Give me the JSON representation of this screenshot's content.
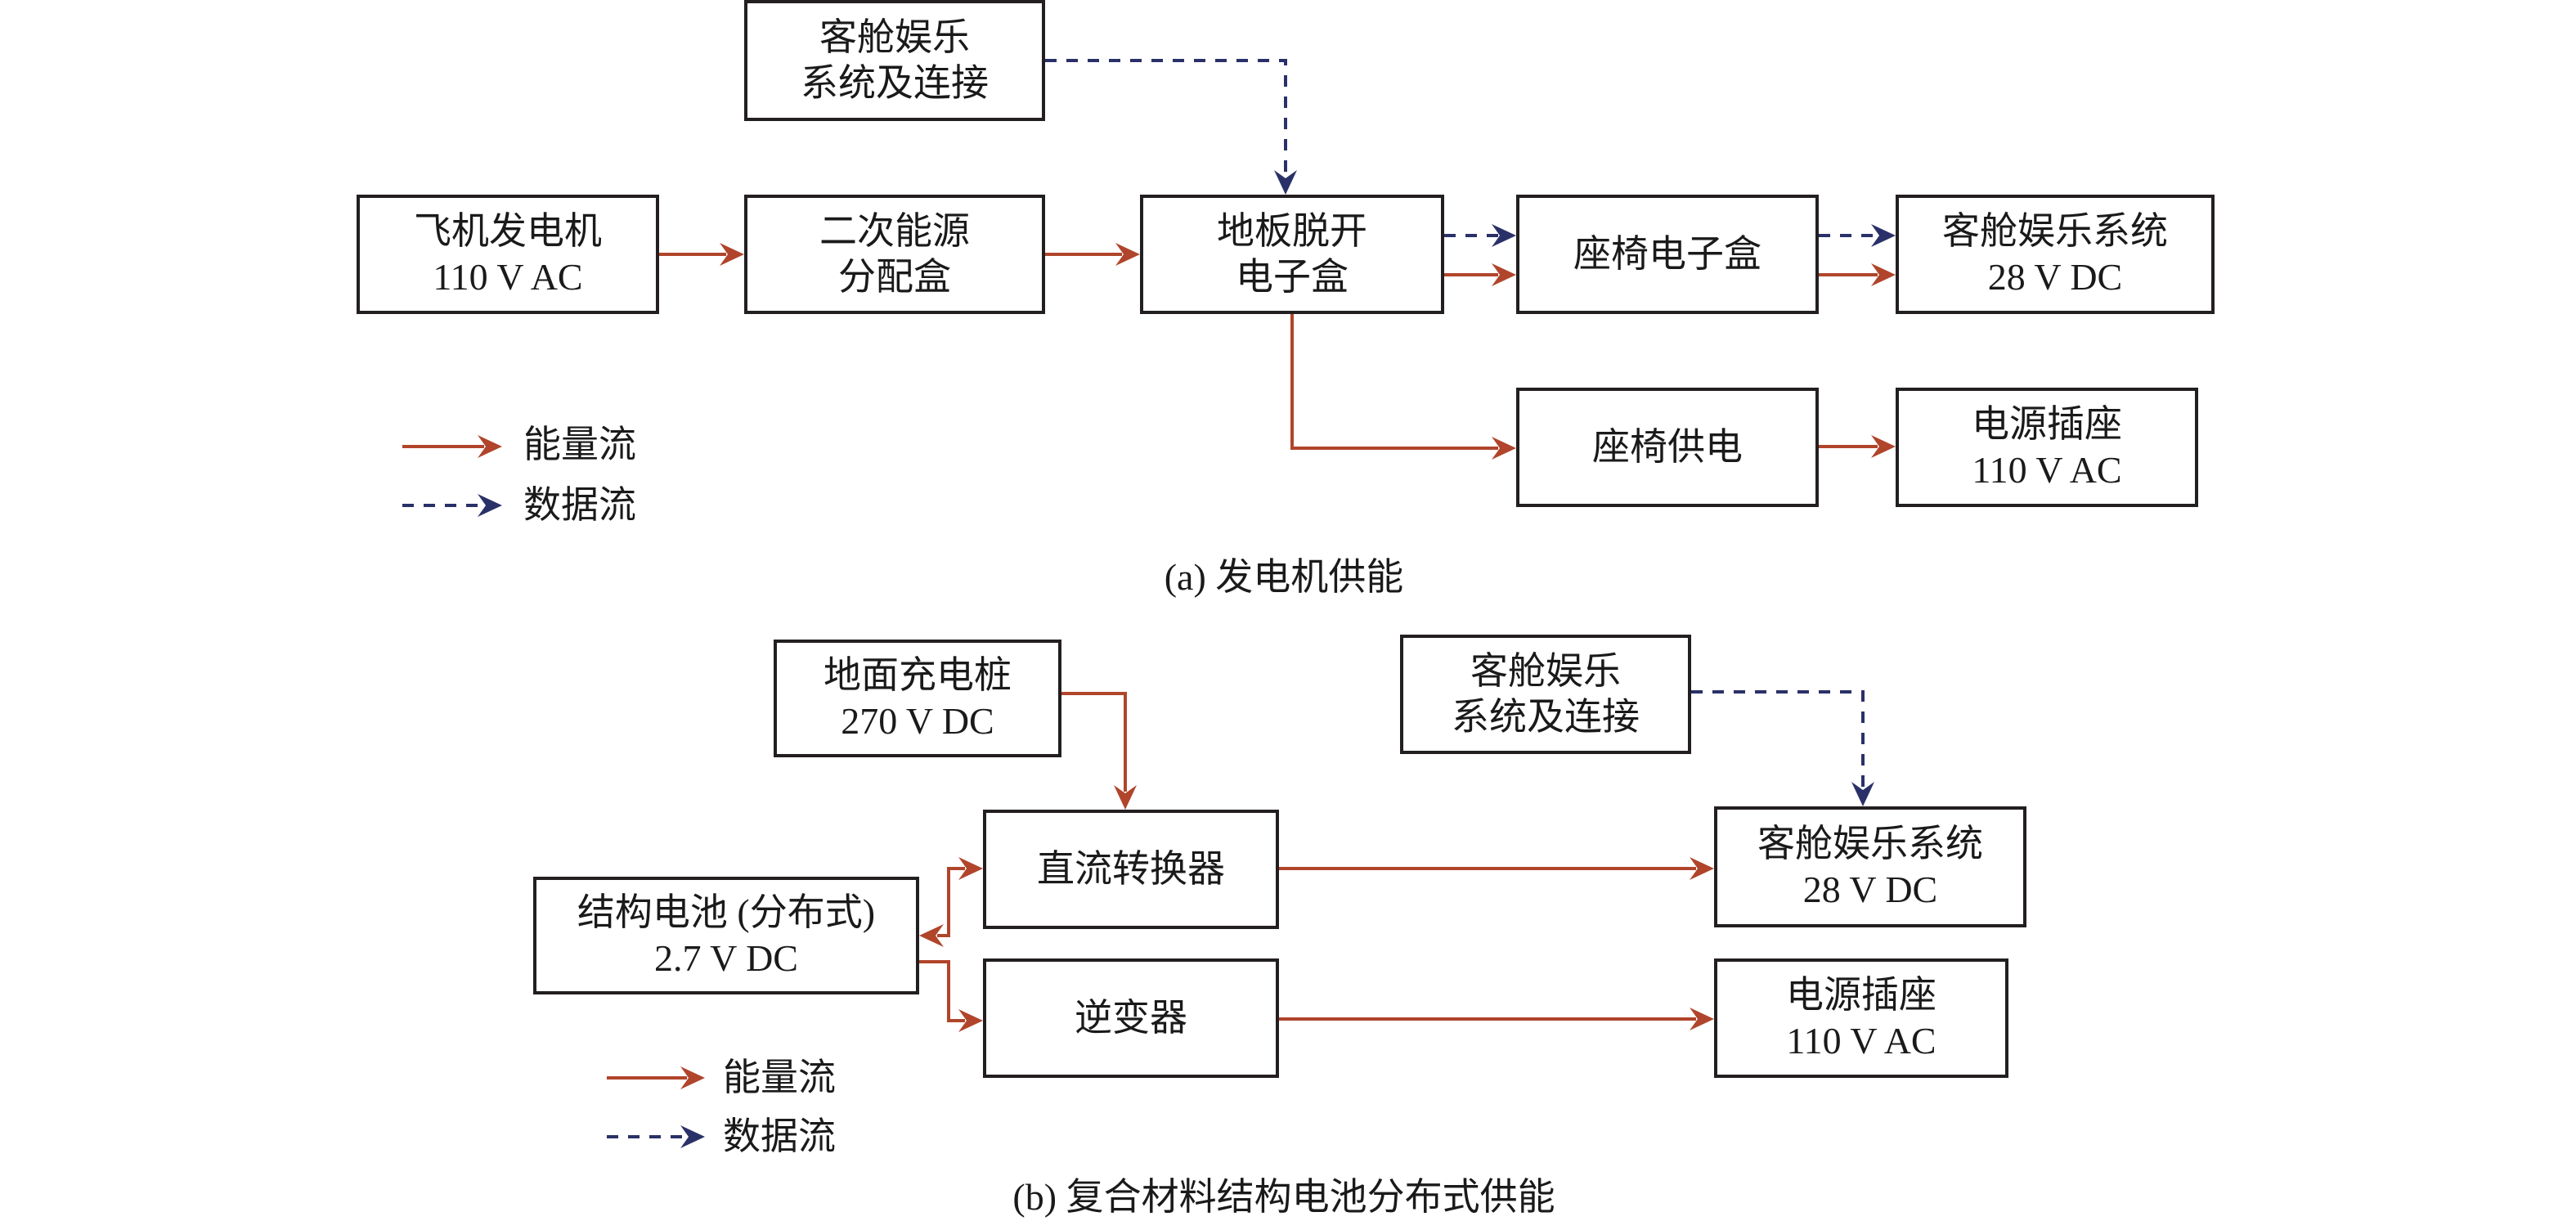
{
  "colors": {
    "energy_flow": "#b0452b",
    "data_flow": "#2a3168",
    "box_border": "#231f20"
  },
  "part_a": {
    "caption": "(a) 发电机供能",
    "boxes": {
      "ife_connect": [
        "客舱娱乐",
        "系统及连接"
      ],
      "generator": [
        "飞机发电机",
        "110 V AC"
      ],
      "secondary_power": [
        "二次能源",
        "分配盒"
      ],
      "floor_disconnect": [
        "地板脱开",
        "电子盒"
      ],
      "seat_ebox": [
        "座椅电子盒"
      ],
      "ife_system": [
        "客舱娱乐系统",
        "28 V DC"
      ],
      "seat_power": [
        "座椅供电"
      ],
      "outlet": [
        "电源插座",
        "110 V AC"
      ]
    },
    "legend": {
      "energy": "能量流",
      "data": "数据流"
    }
  },
  "part_b": {
    "caption": "(b) 复合材料结构电池分布式供能",
    "boxes": {
      "ground_charger": [
        "地面充电桩",
        "270 V DC"
      ],
      "ife_connect": [
        "客舱娱乐",
        "系统及连接"
      ],
      "dc_converter": [
        "直流转换器"
      ],
      "ife_system": [
        "客舱娱乐系统",
        "28 V DC"
      ],
      "structural_battery": [
        "结构电池 (分布式)",
        "2.7 V DC"
      ],
      "inverter": [
        "逆变器"
      ],
      "outlet": [
        "电源插座",
        "110 V AC"
      ]
    },
    "legend": {
      "energy": "能量流",
      "data": "数据流"
    }
  }
}
